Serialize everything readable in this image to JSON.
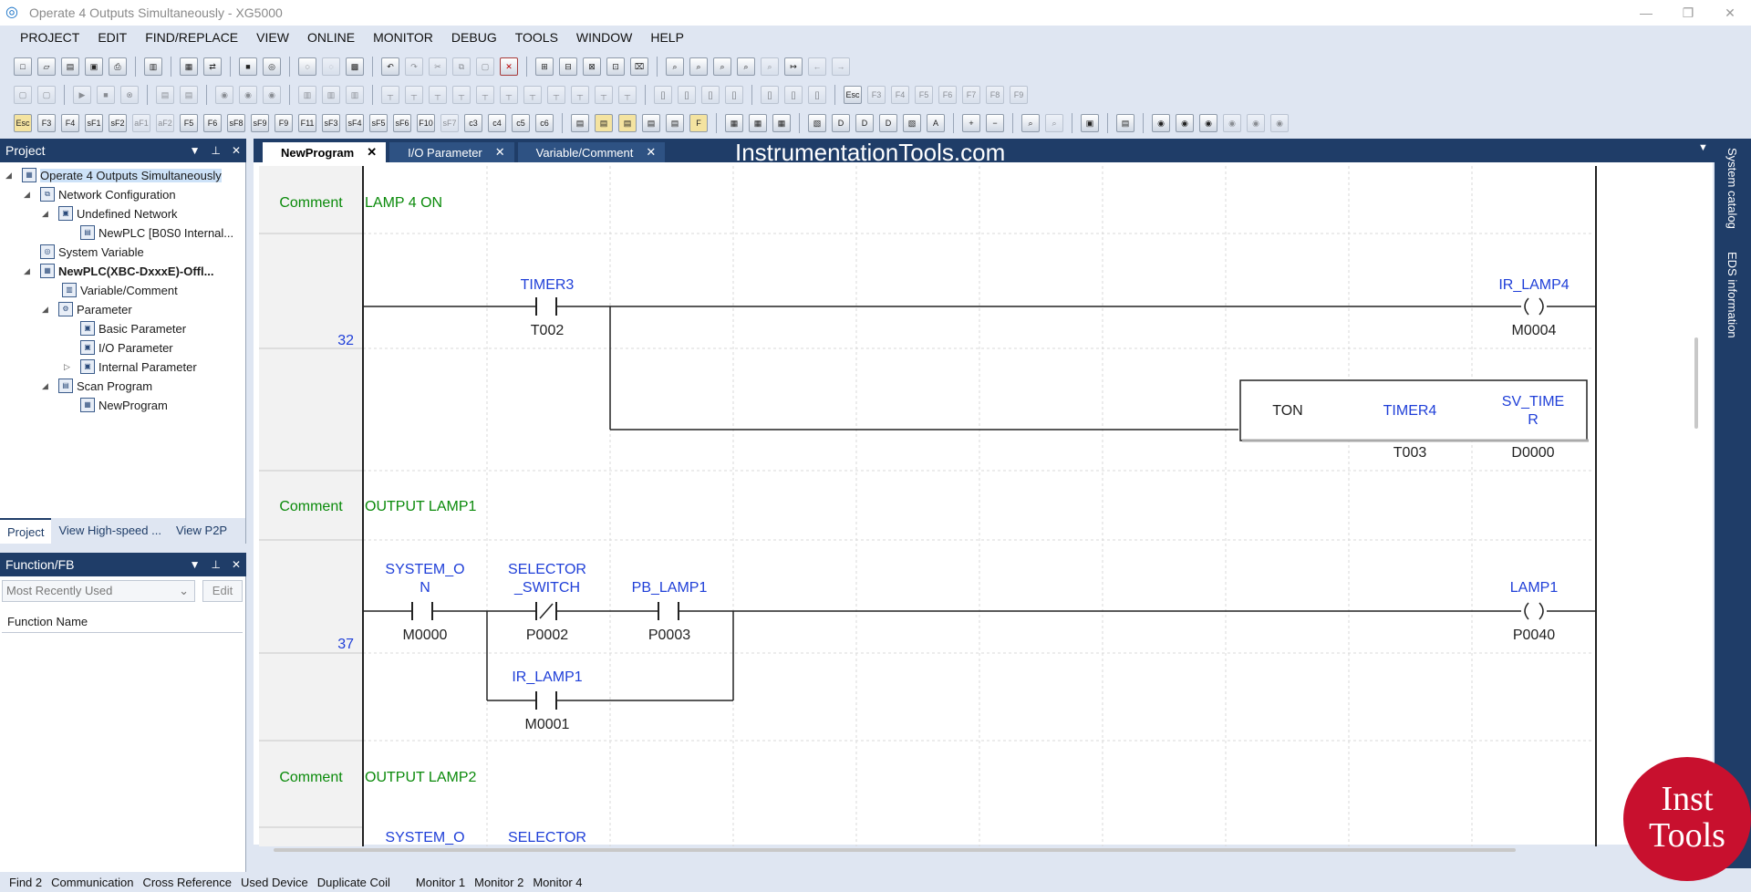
{
  "window": {
    "title": "Operate 4 Outputs Simultaneously - XG5000",
    "min": "—",
    "max": "❐",
    "close": "✕"
  },
  "menu": [
    "PROJECT",
    "EDIT",
    "FIND/REPLACE",
    "VIEW",
    "ONLINE",
    "MONITOR",
    "DEBUG",
    "TOOLS",
    "WINDOW",
    "HELP"
  ],
  "toolbar3_labels": [
    "Esc",
    "F3",
    "F4",
    "sF1",
    "sF2",
    "aF1",
    "aF2",
    "F5",
    "F6",
    "sF8",
    "sF9",
    "F9",
    "F11",
    "sF3",
    "sF4",
    "sF5",
    "sF6",
    "F10",
    "sF7",
    "c3",
    "c4",
    "c5",
    "c6"
  ],
  "toolbar2_labels": [
    "Esc",
    "F3",
    "F4",
    "F5",
    "F6",
    "F7",
    "F8",
    "F9"
  ],
  "project_panel": {
    "title": "Project",
    "tree": [
      {
        "label": "Operate 4 Outputs Simultaneously"
      },
      {
        "label": "Network Configuration"
      },
      {
        "label": "Undefined Network"
      },
      {
        "label": "NewPLC [B0S0 Internal..."
      },
      {
        "label": "System Variable"
      },
      {
        "label": "NewPLC(XBC-DxxxE)-Offl..."
      },
      {
        "label": "Variable/Comment"
      },
      {
        "label": "Parameter"
      },
      {
        "label": "Basic Parameter"
      },
      {
        "label": "I/O Parameter"
      },
      {
        "label": "Internal Parameter"
      },
      {
        "label": "Scan Program"
      },
      {
        "label": "NewProgram"
      }
    ],
    "tabs": [
      "Project",
      "View High-speed ...",
      "View P2P"
    ]
  },
  "function_panel": {
    "title": "Function/FB",
    "select_value": "Most Recently Used",
    "edit_label": "Edit",
    "column": "Function Name"
  },
  "editor_tabs": [
    {
      "label": "NewProgram"
    },
    {
      "label": "I/O Parameter"
    },
    {
      "label": "Variable/Comment"
    }
  ],
  "watermark": "InstrumentationTools.com",
  "right_strip": [
    "System catalog",
    "EDS information"
  ],
  "ladder": {
    "comment_label": "Comment",
    "rows": [
      {
        "comment": "LAMP 4 ON"
      },
      {
        "step": "32"
      },
      {
        "comment": "OUTPUT LAMP1"
      },
      {
        "step": "37"
      },
      {
        "comment": "OUTPUT LAMP2"
      }
    ],
    "rung32": {
      "contact": {
        "name": "TIMER3",
        "addr": "T002"
      },
      "coil": {
        "name": "IR_LAMP4",
        "addr": "M0004"
      },
      "timer": {
        "type": "TON",
        "name": "TIMER4",
        "addr": "T003",
        "sv_line1": "SV_TIME",
        "sv_line2": "R",
        "sv_addr": "D0000"
      }
    },
    "rung37": {
      "c1": {
        "line1": "SYSTEM_O",
        "line2": "N",
        "addr": "M0000"
      },
      "c2": {
        "line1": "SELECTOR",
        "line2": "_SWITCH",
        "addr": "P0002"
      },
      "c3": {
        "name": "PB_LAMP1",
        "addr": "P0003"
      },
      "c4": {
        "name": "IR_LAMP1",
        "addr": "M0001"
      },
      "coil": {
        "name": "LAMP1",
        "addr": "P0040"
      }
    },
    "rung_partial": {
      "c1": "SYSTEM_O",
      "c2": "SELECTOR"
    }
  },
  "statusbar": [
    "Find 2",
    "Communication",
    "Cross Reference",
    "Used Device",
    "Duplicate Coil",
    "Monitor 1",
    "Monitor 2",
    "Monitor 4"
  ],
  "logo": {
    "line1": "Inst",
    "line2": "Tools"
  }
}
